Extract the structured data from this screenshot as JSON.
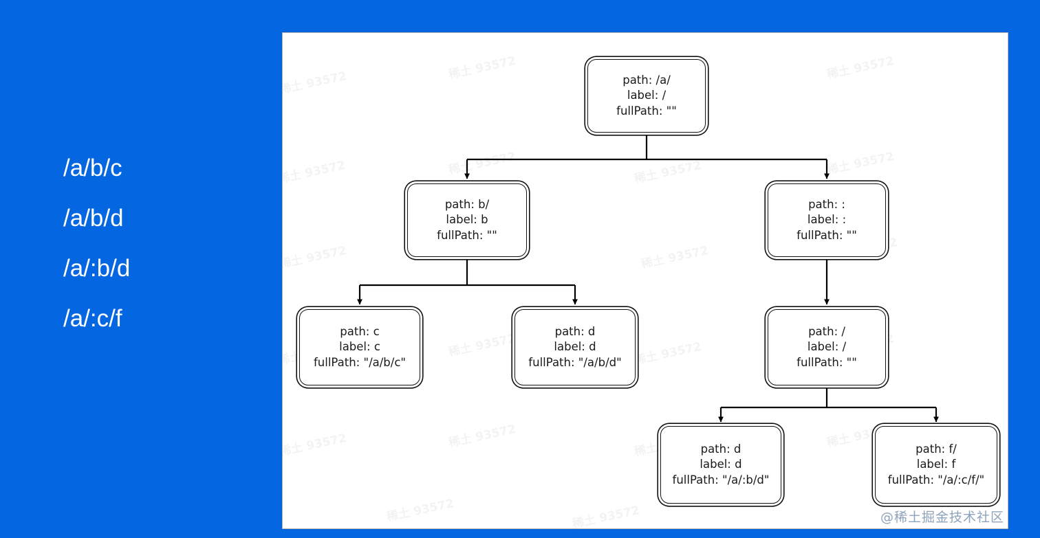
{
  "background": {
    "color": "#0466e0"
  },
  "panel": {
    "background": "#ffffff",
    "border_color": "#b8b8b8"
  },
  "sidebar": {
    "paths": [
      {
        "text": "/a/b/c"
      },
      {
        "text": "/a/b/d"
      },
      {
        "text": "/a/:b/d"
      },
      {
        "text": "/a/:c/f"
      }
    ]
  },
  "diagram": {
    "type": "tree",
    "nodes": [
      {
        "id": "root",
        "path": "path: /a/",
        "label": "label: /",
        "fullPath": "fullPath: \"\""
      },
      {
        "id": "b",
        "path": "path: b/",
        "label": "label: b",
        "fullPath": "fullPath: \"\""
      },
      {
        "id": "colon",
        "path": "path: :",
        "label": "label: :",
        "fullPath": "fullPath: \"\""
      },
      {
        "id": "c",
        "path": "path: c",
        "label": "label: c",
        "fullPath": "fullPath: \"/a/b/c\""
      },
      {
        "id": "d1",
        "path": "path: d",
        "label": "label: d",
        "fullPath": "fullPath: \"/a/b/d\""
      },
      {
        "id": "slash",
        "path": "path: /",
        "label": "label: /",
        "fullPath": "fullPath: \"\""
      },
      {
        "id": "d2",
        "path": "path: d",
        "label": "label: d",
        "fullPath": "fullPath: \"/a/:b/d\""
      },
      {
        "id": "f",
        "path": "path: f/",
        "label": "label: f",
        "fullPath": "fullPath: \"/a/:c/f/\""
      }
    ],
    "edges": [
      {
        "from": "root",
        "to": "b"
      },
      {
        "from": "root",
        "to": "colon"
      },
      {
        "from": "b",
        "to": "c"
      },
      {
        "from": "b",
        "to": "d1"
      },
      {
        "from": "colon",
        "to": "slash"
      },
      {
        "from": "slash",
        "to": "d2"
      },
      {
        "from": "slash",
        "to": "f"
      }
    ]
  },
  "watermarks": {
    "corner": "@稀土掘金技术社区",
    "tile": "稀土 93572"
  }
}
